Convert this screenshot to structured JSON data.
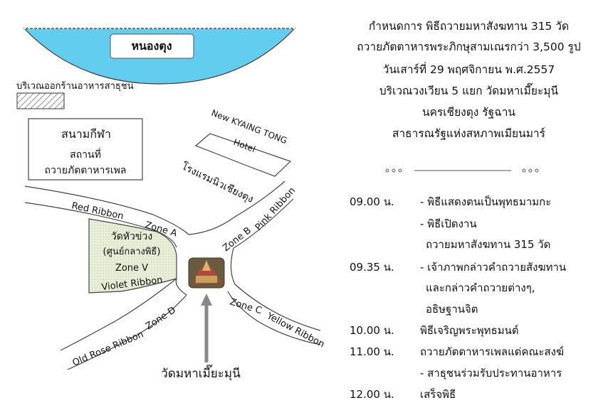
{
  "map": {
    "lake_label": "หนองตุง",
    "food_area_label": "บริเวณออกร้านอาหารสาธุชน",
    "stadium": {
      "title": "สนามกีฬา",
      "line2": "สถานที่",
      "line3": "ถวายภัตตาหารเพล"
    },
    "hotel": {
      "name_en": "New KYAING TONG",
      "name_hotel": "Hotel",
      "name_th": "โรงแรมนิวเชียงตุง"
    },
    "roads": {
      "red_ribbon": "Red Ribbon",
      "zone_a": "Zone A",
      "zone_b": "Zone B",
      "pink_ribbon": "Pink Ribbon",
      "zone_c": "Zone C",
      "yellow_ribbon": "Yellow Ribbon",
      "zone_d": "Zone D",
      "old_rose_ribbon": "Old Rose Ribbon"
    },
    "zone_v": {
      "temple": "วัดหัวข่วง",
      "center": "(ศูนย์กลางพิธี)",
      "zone": "Zone V",
      "ribbon": "Violet Ribbon"
    },
    "main_temple": "วัดมหาเมี๊ยะมุนี",
    "colors": {
      "lake": "#63cdf0",
      "zone_v_fill": "#e7ecd6",
      "line": "#444444"
    }
  },
  "info": {
    "header": [
      "กำหนดการ พิธีถวายมหาสังฆทาน 315 วัด",
      "ถวายภัตตาหารพระภิกษุสามเณรกว่า 3,500 รูป",
      "วันเสาร์ที่ 29 พฤศจิกายน พ.ศ.2557",
      "บริเวณวงเวียน 5 แยก วัดมหาเมี๊ยะมุนี",
      "นครเชียงตุง รัฐฉาน",
      "สาธารณรัฐแห่งสหภาพเมียนมาร์"
    ],
    "schedule": [
      {
        "time": "09.00 น.",
        "text": "- พิธีแสดงตนเป็นพุทธมามกะ"
      },
      {
        "time": "",
        "text": "- พิธีเปิดงาน"
      },
      {
        "time": "",
        "text": "  ถวายมหาสังฆทาน 315 วัด"
      },
      {
        "time": "09.35 น.",
        "text": "- เจ้าภาพกล่าวคำถวายสังฆทาน"
      },
      {
        "time": "",
        "text": "  และกล่าวคำถวายต่างๆ,"
      },
      {
        "time": "",
        "text": "  อธิษฐานจิต"
      },
      {
        "time": "10.00 น.",
        "text": "พิธีเจริญพระพุทธมนต์"
      },
      {
        "time": "11.00 น.",
        "text": "ถวายภัตตาหารเพลแด่คณะสงฆ์"
      },
      {
        "time": "",
        "text": "- สาธุชนร่วมรับประทานอาหาร"
      },
      {
        "time": "12.00 น.",
        "text": "เสร็จพิธี"
      }
    ]
  }
}
